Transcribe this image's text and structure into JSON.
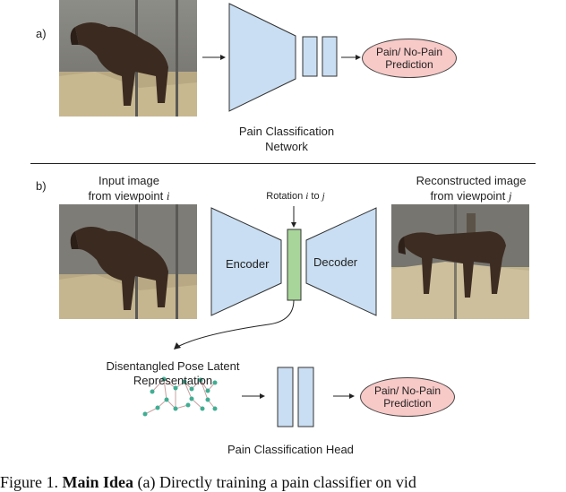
{
  "panel_a": {
    "marker": "a)",
    "network_label_line1": "Pain Classification",
    "network_label_line2": "Network",
    "output_line1": "Pain/ No-Pain",
    "output_line2": "Prediction"
  },
  "panel_b": {
    "marker": "b)",
    "input_label_line1": "Input image",
    "input_label_line2_prefix": "from viewpoint ",
    "input_label_line2_var": "i",
    "rotation_prefix": "Rotation ",
    "rotation_i": "i",
    "rotation_to": " to ",
    "rotation_j": "j",
    "encoder_label": "Encoder",
    "decoder_label": "Decoder",
    "recon_label_line1": "Reconstructed image",
    "recon_label_line2_prefix": "from viewpoint ",
    "recon_label_line2_var": "j",
    "latent_label_line1": "Disentangled Pose Latent",
    "latent_label_line2": "Representation",
    "output_line1": "Pain/ No-Pain",
    "output_line2": "Prediction",
    "head_label": "Pain Classification Head"
  },
  "caption": {
    "figure": "Figure 1. ",
    "bold": "Main Idea",
    "rest": " (a) Directly training a pain classifier on vid"
  },
  "colors": {
    "network_fill": "#c9def2",
    "latent_fill": "#a8d59a",
    "output_fill": "#f7c9c7",
    "node_color": "#3fae93"
  }
}
